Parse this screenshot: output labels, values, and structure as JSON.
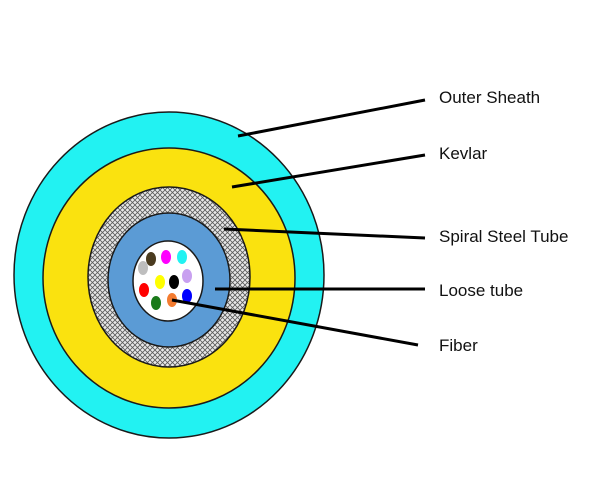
{
  "diagram": {
    "labels": {
      "outer_sheath": "Outer Sheath",
      "kevlar": "Kevlar",
      "spiral_steel_tube": "Spiral Steel Tube",
      "loose_tube": "Loose tube",
      "fiber": "Fiber"
    },
    "colors": {
      "outer_sheath": "#22F2F2",
      "kevlar": "#FAE20F",
      "spiral_steel_tube": "#B8B8B8",
      "loose_tube": "#5B9BD5",
      "core": "#FFFFFF",
      "leader_line": "#000000",
      "outline": "#1A1A1A"
    },
    "fibers": [
      {
        "name": "brown-fiber",
        "color": "#4A3B1F"
      },
      {
        "name": "magenta-fiber",
        "color": "#FF00FF"
      },
      {
        "name": "cyan-fiber",
        "color": "#22F2F2"
      },
      {
        "name": "gray-fiber",
        "color": "#BEBEBE"
      },
      {
        "name": "yellow-fiber",
        "color": "#FFFF00"
      },
      {
        "name": "black-fiber",
        "color": "#000000"
      },
      {
        "name": "lavender-fiber",
        "color": "#C8A0F0"
      },
      {
        "name": "red-fiber",
        "color": "#FF0000"
      },
      {
        "name": "green-fiber",
        "color": "#1A7A1A"
      },
      {
        "name": "orange-fiber",
        "color": "#F47C30"
      },
      {
        "name": "blue-fiber",
        "color": "#0000FF"
      }
    ]
  }
}
